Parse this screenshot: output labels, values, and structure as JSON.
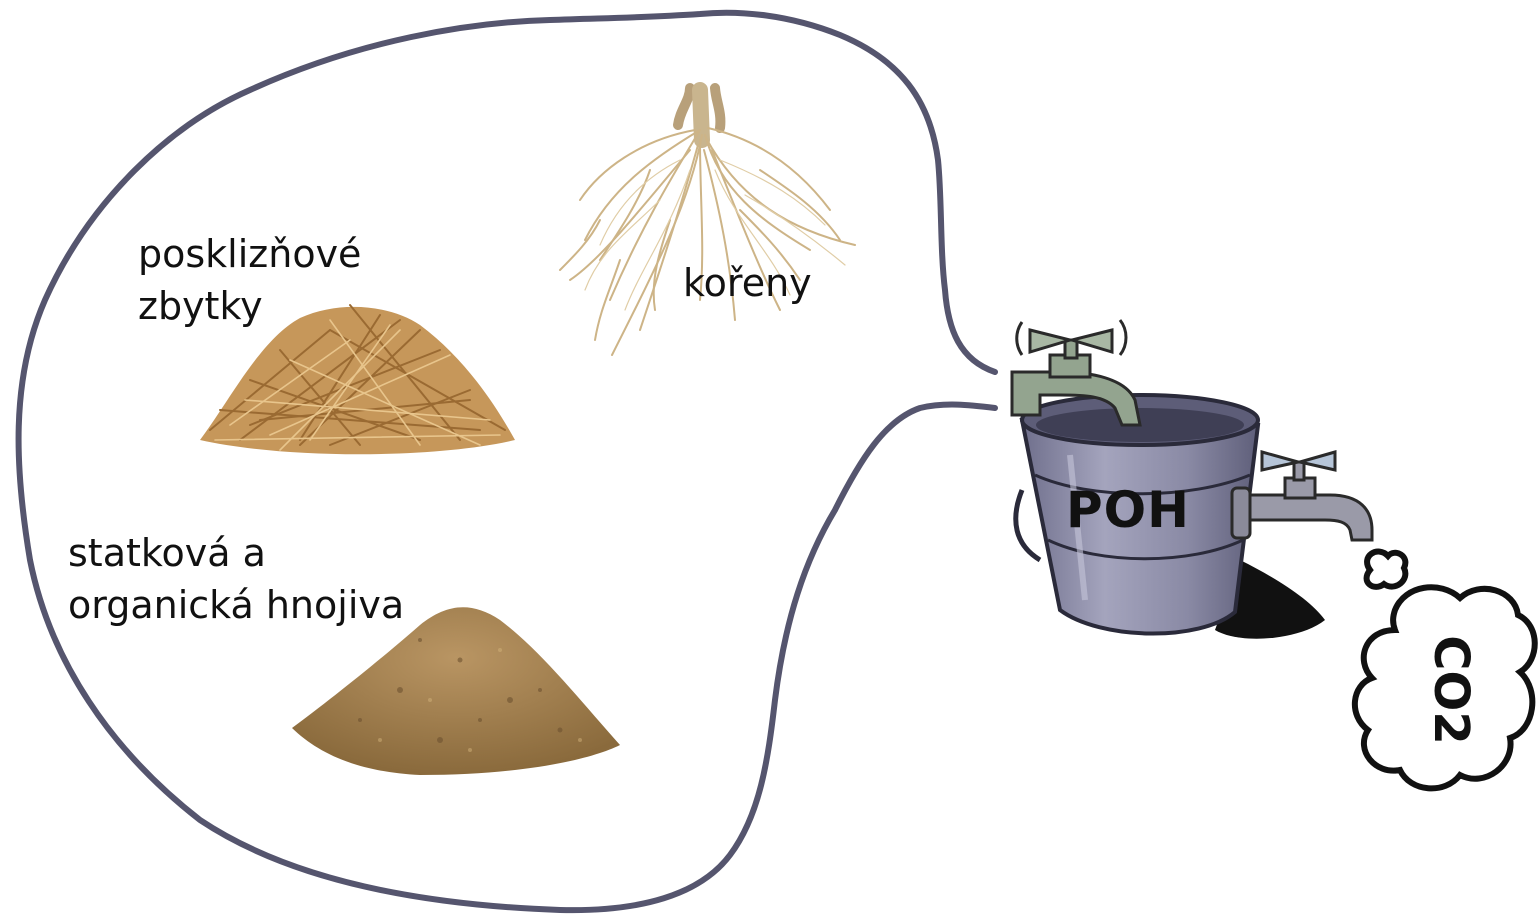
{
  "labels": {
    "roots": "kořeny",
    "residues_line1": "posklizňové",
    "residues_line2": "zbytky",
    "manure_line1": "statková a",
    "manure_line2": "organická hnojiva",
    "pool": "POH",
    "gas": "CO2"
  },
  "icons": [
    "roots-illustration",
    "straw-pile-illustration",
    "soil-heap-illustration",
    "bucket-illustration",
    "water-tap-icon",
    "cloud-icon"
  ],
  "colors": {
    "outline": "#55556e",
    "bucket": "#8c8ca8",
    "tap": "#93a48f",
    "straw": "#c6975a",
    "soil": "#a98450",
    "roots": "#d2b78a"
  }
}
